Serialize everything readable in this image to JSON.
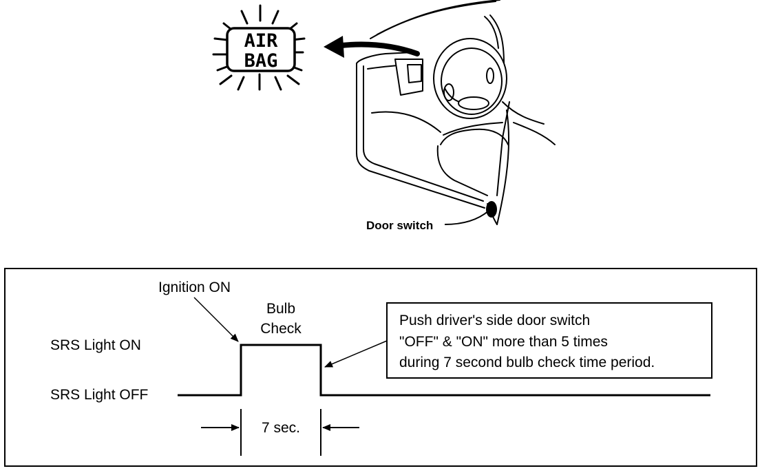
{
  "illustration": {
    "warning_light_line1": "AIR",
    "warning_light_line2": "BAG",
    "door_switch_label": "Door switch"
  },
  "timing_chart": {
    "ignition_label": "Ignition ON",
    "bulb_check_line1": "Bulb",
    "bulb_check_line2": "Check",
    "on_state_label": "SRS Light ON",
    "off_state_label": "SRS Light OFF",
    "duration_label": "7 sec.",
    "instruction_lines": [
      "Push driver's side door switch",
      "\"OFF\" & \"ON\" more than 5 times",
      "during 7 second bulb check time period."
    ]
  }
}
